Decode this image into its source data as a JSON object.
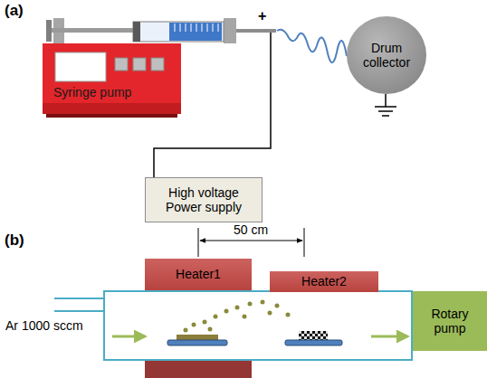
{
  "diagram": {
    "nodes": [
      {
        "text": [
          "Syringe pump"
        ]
      },
      {
        "text": [
          "High voltage Power supply"
        ]
      },
      {
        "text": [
          "Drum collector"
        ]
      },
      {
        "text": [
          "Heater1"
        ]
      },
      {
        "text": [
          "Heater2"
        ]
      },
      {
        "text": [
          "Rotary pump"
        ]
      }
    ],
    "edges": [
      {
        "from": 1,
        "to": 0,
        "arrow": "none"
      }
    ],
    "labels": [
      "(a)",
      "+",
      "(b)",
      "50 cm",
      "Ar 1000 sccm"
    ]
  }
}
